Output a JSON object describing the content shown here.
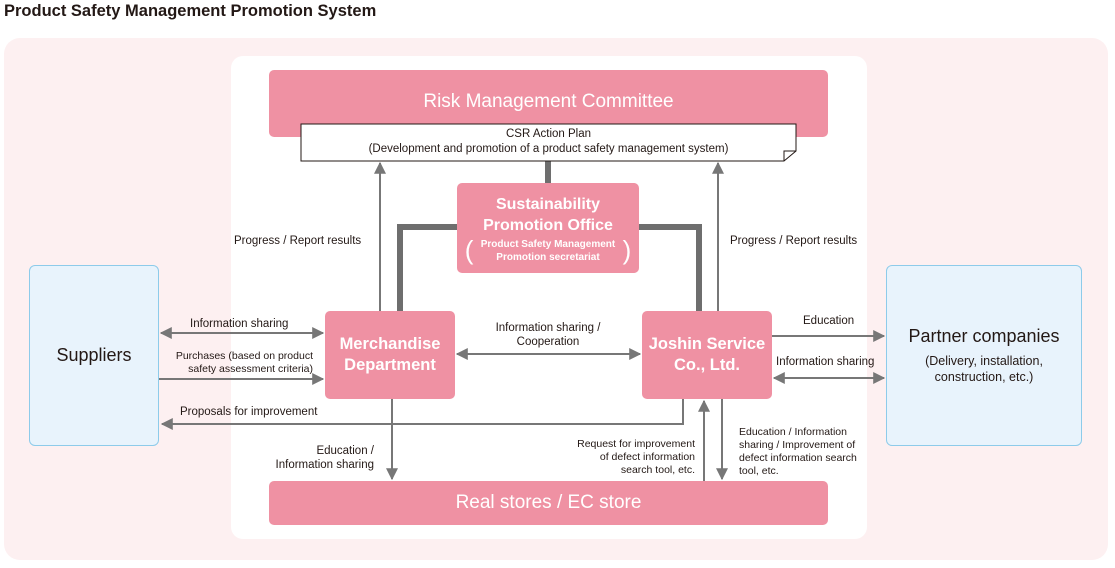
{
  "title": "Product Safety Management Promotion System",
  "boxes": {
    "risk_committee": "Risk Management Committee",
    "csr_line1": "CSR Action Plan",
    "csr_line2": "(Development and promotion of a product safety management system)",
    "spo_line1": "Sustainability",
    "spo_line2": "Promotion Office",
    "spo_sub1": "Product Safety Management",
    "spo_sub2": "Promotion secretariat",
    "merch_line1": "Merchandise",
    "merch_line2": "Department",
    "joshin_line1": "Joshin Service",
    "joshin_line2": "Co., Ltd.",
    "suppliers": "Suppliers",
    "partners_title": "Partner companies",
    "partners_sub1": "(Delivery, installation,",
    "partners_sub2": "construction, etc.)",
    "real_stores": "Real stores / EC store"
  },
  "labels": {
    "progress_left": "Progress / Report results",
    "progress_right": "Progress / Report results",
    "info_sharing_suppliers": "Information sharing",
    "purchases_1": "Purchases (based on product",
    "purchases_2": "safety assessment criteria)",
    "proposals": "Proposals for improvement",
    "info_coop_1": "Information sharing /",
    "info_coop_2": "Cooperation",
    "education_partners": "Education",
    "info_sharing_partners": "Information sharing",
    "edu_info_1": "Education /",
    "edu_info_2": "Information sharing",
    "request_1": "Request for improvement",
    "request_2": "of defect information",
    "request_3": "search tool, etc.",
    "edu_improve_1": "Education / Information",
    "edu_improve_2": "sharing / Improvement of",
    "edu_improve_3": "defect information search",
    "edu_improve_4": "tool, etc."
  },
  "colors": {
    "pink_box": "#ef91a3",
    "blue_box": "#e8f3fc",
    "blue_border": "#8dcbea",
    "outer_bg": "#fdf0f1",
    "arrow": "#777777",
    "thick_line": "#6e6e6e"
  }
}
